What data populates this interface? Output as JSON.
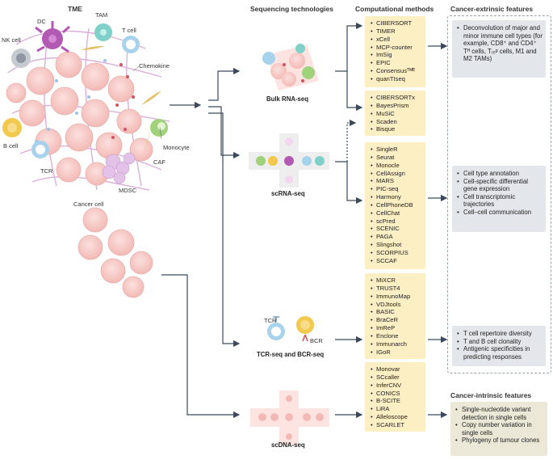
{
  "headers": {
    "tme": "TME",
    "sequencing": "Sequencing technologies",
    "computational": "Computational methods",
    "extrinsic": "Cancer-extrinsic features",
    "intrinsic": "Cancer-intrinsic features"
  },
  "cell_labels": {
    "dc": "DC",
    "tam": "TAM",
    "tcell": "T cell",
    "nk": "NK cell",
    "chemokine": "Chemokine",
    "bcell": "B cell",
    "monocyte": "Monocyte",
    "caf": "CAF",
    "tcr": "TCR",
    "mdsc": "MDSC",
    "cancer": "Cancer cell",
    "tcr_small": "TCR",
    "bcr_small": "BCR"
  },
  "sequencing": {
    "bulk": "Bulk RNA-seq",
    "sc": "scRNA-seq",
    "tcrbcr": "TCR-seq and BCR-seq",
    "scdna": "scDNA-seq"
  },
  "methods": {
    "bulk_deconv": [
      "CIBERSORT",
      "TIMER",
      "xCell",
      "MCP-counter",
      "ImSig",
      "EPIC",
      "Consensusᵀᴹᴱ",
      "quanTIseq"
    ],
    "sc_deconv": [
      "CIBERSORTx",
      "BayesPrism",
      "MuSiC",
      "Scaden",
      "Bisque"
    ],
    "sc_analysis": [
      "SingleR",
      "Seurat",
      "Monocle",
      "CellAssign",
      "MARS",
      "PIC-seq",
      "Harmony",
      "CellPhoneDB",
      "CellChat",
      "scPred",
      "SCENIC",
      "PAGA",
      "Slingshot",
      "SCORPIUS",
      "SCCAF"
    ],
    "repertoire": [
      "MiXCR",
      "TRUST4",
      "ImmunoMap",
      "VDJtools",
      "BASIC",
      "BraCeR",
      "ImReP",
      "Enclone",
      "Immunarch",
      "IGoR"
    ],
    "scdna": [
      "Monovar",
      "SCcaller",
      "InferCNV",
      "CONICS",
      "B-SCITE",
      "LiRA",
      "Alleloscope",
      "SCARLET"
    ]
  },
  "features": {
    "deconv": [
      "Deconvolution of major and minor immune cell types (for example, CD8⁺ and CD4⁺ Tᴴ cells, Tᵣₑᵍ cells, M1 and M2 TAMs)"
    ],
    "sc": [
      "Cell type annotation",
      "Cell-specific differential gene expression",
      "Cell transcriptomic trajectories",
      "Cell–cell communication"
    ],
    "tcr": [
      "T cell repertoire diversity",
      "T and B cell clonality",
      "Antigenic specificities in predicting responses"
    ],
    "intrinsic": [
      "Single-nucleotide variant detection in single cells",
      "Copy number variation in single cells",
      "Phylogeny of tumour clones"
    ]
  },
  "colors": {
    "method_box": "#fdefc4",
    "extrinsic_box": "#e3e6eb",
    "intrinsic_box": "#ebe8d8",
    "arrow": "#3a4a5c",
    "cancer_cell": "#f6c9c6",
    "stroma": "#d9a6d8"
  }
}
